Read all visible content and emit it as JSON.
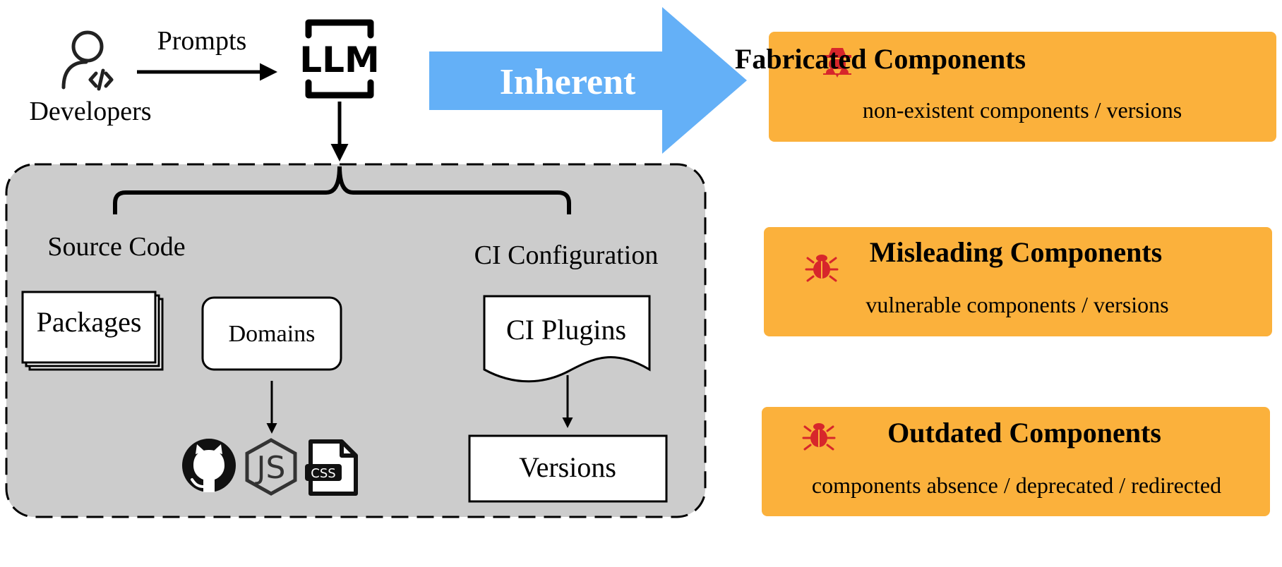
{
  "developer": {
    "label": "Developers",
    "icon": "developer-code-icon"
  },
  "prompt_label": "Prompts",
  "llm_label": "LLM",
  "inherent_label": "Inherent",
  "source_code": {
    "label": "Source Code",
    "packages_label": "Packages",
    "domains_label": "Domains",
    "icons": [
      "github-icon",
      "nodejs-icon",
      "css-file-icon"
    ],
    "css_badge": "CSS"
  },
  "ci_configuration": {
    "label": "CI Configuration",
    "plugins_label": "CI Plugins",
    "versions_label": "Versions"
  },
  "risks": [
    {
      "title": "Fabricated Components",
      "detail": "non-existent components / versions",
      "icon": "spy-icon"
    },
    {
      "title": "Misleading Components",
      "detail": "vulnerable components / versions",
      "icon": "bug-icon"
    },
    {
      "title": "Outdated Components",
      "detail": "components absence / deprecated / redirected",
      "icon": "bug-icon"
    }
  ],
  "colors": {
    "risk_box": "#fbb13c",
    "inherent_arrow": "#64b0f7",
    "panel_fill": "#cccccc",
    "risk_icon": "#d7262b"
  }
}
